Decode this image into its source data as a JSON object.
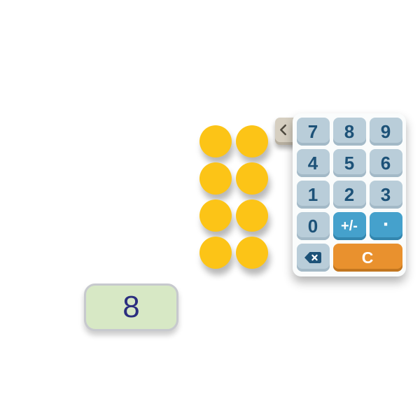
{
  "app": {
    "name": "counting-activity"
  },
  "counters": {
    "count": 8,
    "rows": 4,
    "columns": 2,
    "color": "#FCC417"
  },
  "answer_box": {
    "value": "8",
    "fill": "#D7E8C5",
    "border_color": "#C7C9CE",
    "text_color": "#2B2E7F"
  },
  "keypad": {
    "collapse_button": {
      "icon": "chevron-left-icon",
      "color": "#D6CFC1"
    },
    "colors": {
      "panel": "#FAFCFC",
      "number_key": "#B9CDD9",
      "number_text": "#1D5278",
      "accent_key": "#45A1CC",
      "action_key": "#E9912E",
      "accent_text": "#FFFFFF"
    },
    "keys": [
      {
        "id": "key-7",
        "label": "7",
        "type": "number"
      },
      {
        "id": "key-8",
        "label": "8",
        "type": "number"
      },
      {
        "id": "key-9",
        "label": "9",
        "type": "number"
      },
      {
        "id": "key-4",
        "label": "4",
        "type": "number"
      },
      {
        "id": "key-5",
        "label": "5",
        "type": "number"
      },
      {
        "id": "key-6",
        "label": "6",
        "type": "number"
      },
      {
        "id": "key-1",
        "label": "1",
        "type": "number"
      },
      {
        "id": "key-2",
        "label": "2",
        "type": "number"
      },
      {
        "id": "key-3",
        "label": "3",
        "type": "number"
      },
      {
        "id": "key-0",
        "label": "0",
        "type": "number"
      },
      {
        "id": "key-plus-minus",
        "label": "+/-",
        "type": "accent"
      },
      {
        "id": "key-decimal",
        "label": ".",
        "type": "accent"
      },
      {
        "id": "key-backspace",
        "label": "",
        "icon": "backspace-icon",
        "type": "icon"
      },
      {
        "id": "key-clear",
        "label": "C",
        "type": "action"
      }
    ]
  }
}
